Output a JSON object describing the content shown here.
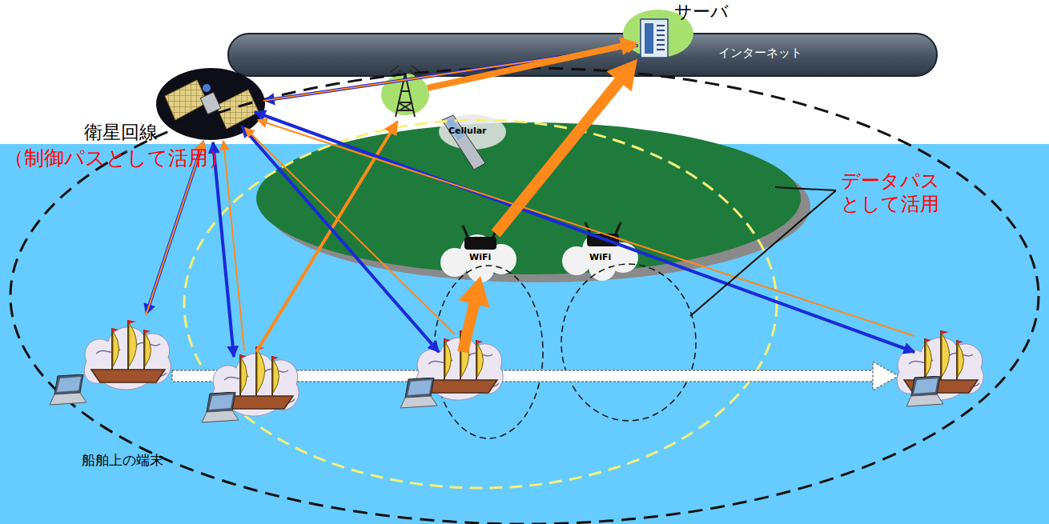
{
  "diagram": {
    "nodes": [
      {
        "text": [
          "インターネット"
        ]
      },
      {
        "text": [
          "サーバ"
        ]
      },
      {
        "text": [
          "衛星回線",
          "（制御パスとして活用）"
        ]
      },
      {
        "text": [
          "Cellular"
        ]
      },
      {
        "text": [
          "WiFi"
        ]
      },
      {
        "text": [
          "WiFi"
        ]
      },
      {
        "text": [
          "船舶上の端末"
        ]
      }
    ],
    "edges": [
      {
        "from": 1,
        "to": 2,
        "arrow": "to"
      },
      {
        "from": 2,
        "to": 1,
        "arrow": "to"
      },
      {
        "from": 2,
        "to": 6,
        "arrow": "both"
      },
      {
        "from": 6,
        "to": 2,
        "arrow": "to"
      },
      {
        "from": 3,
        "to": 1,
        "arrow": "to"
      },
      {
        "from": 4,
        "to": 1,
        "arrow": "to"
      }
    ],
    "labels": [
      "データパス として活用"
    ]
  }
}
